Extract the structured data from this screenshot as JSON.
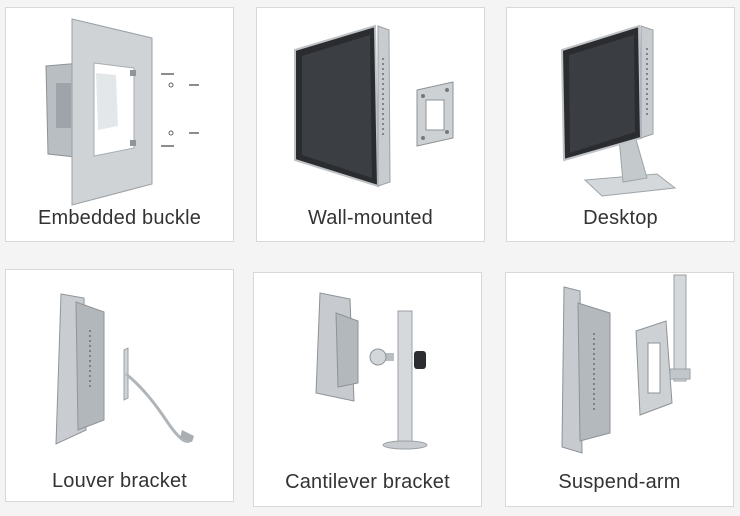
{
  "mounting_options": [
    {
      "label": "Embedded buckle",
      "icon": "embedded-buckle-monitor-icon"
    },
    {
      "label": "Wall-mounted",
      "icon": "wall-mounted-monitor-icon"
    },
    {
      "label": "Desktop",
      "icon": "desktop-stand-monitor-icon"
    },
    {
      "label": "Louver bracket",
      "icon": "louver-bracket-monitor-icon"
    },
    {
      "label": "Cantilever bracket",
      "icon": "cantilever-bracket-monitor-icon"
    },
    {
      "label": "Suspend-arm",
      "icon": "suspend-arm-monitor-icon"
    }
  ]
}
